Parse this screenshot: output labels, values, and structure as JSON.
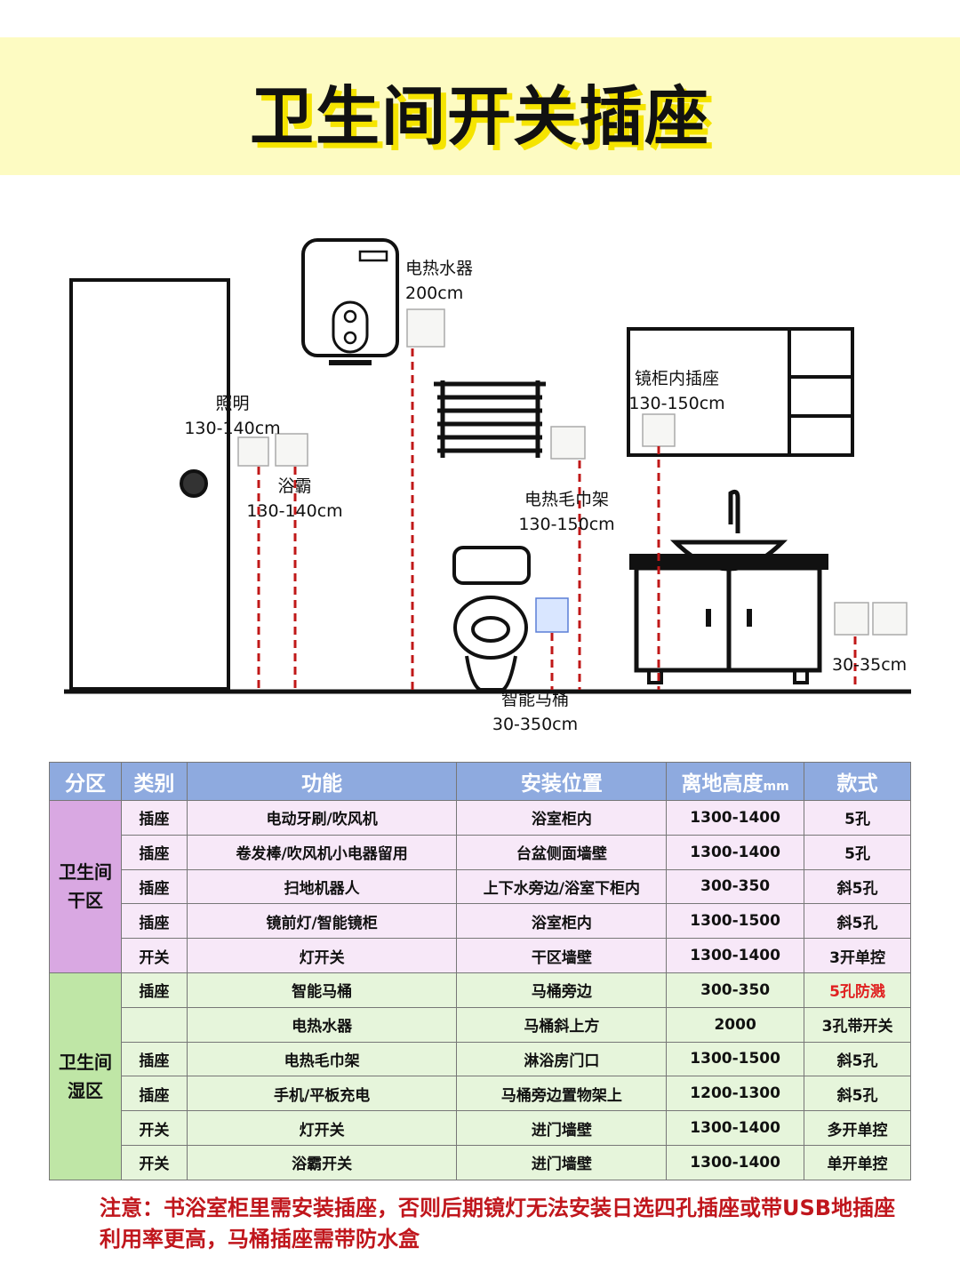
{
  "title": "卫生间开关插座",
  "diagram": {
    "water_heater": {
      "name": "电热水器",
      "height": "200cm"
    },
    "lighting": {
      "name": "照明",
      "height": "130-140cm"
    },
    "bath_heater": {
      "name": "浴霸",
      "height": "130-140cm"
    },
    "towel_rack": {
      "name": "电热毛巾架",
      "height": "130-150cm"
    },
    "mirror_cabinet": {
      "name": "镜柜内插座",
      "height": "130-150cm"
    },
    "smart_toilet": {
      "name": "智能马桶",
      "height": "30-350cm"
    },
    "floor_outlet": {
      "height": "30-35cm"
    }
  },
  "table": {
    "headers": [
      "分区",
      "类别",
      "功能",
      "安装位置",
      "离地高度",
      "款式"
    ],
    "height_unit": "mm",
    "dry_zone": {
      "label_1": "卫生间",
      "label_2": "干区",
      "rows": [
        [
          "插座",
          "电动牙刷/吹风机",
          "浴室柜内",
          "1300-1400",
          "5孔"
        ],
        [
          "插座",
          "卷发棒/吹风机小电器留用",
          "台盆侧面墙壁",
          "1300-1400",
          "5孔"
        ],
        [
          "插座",
          "扫地机器人",
          "上下水旁边/浴室下柜内",
          "300-350",
          "斜5孔"
        ],
        [
          "插座",
          "镜前灯/智能镜柜",
          "浴室柜内",
          "1300-1500",
          "斜5孔"
        ],
        [
          "开关",
          "灯开关",
          "干区墙壁",
          "1300-1400",
          "3开单控"
        ]
      ]
    },
    "wet_zone": {
      "label_1": "卫生间",
      "label_2": "湿区",
      "rows": [
        [
          "插座",
          "智能马桶",
          "马桶旁边",
          "300-350",
          "5孔防溅"
        ],
        [
          "",
          "电热水器",
          "马桶斜上方",
          "2000",
          "3孔带开关"
        ],
        [
          "插座",
          "电热毛巾架",
          "淋浴房门口",
          "1300-1500",
          "斜5孔"
        ],
        [
          "插座",
          "手机/平板充电",
          "马桶旁边置物架上",
          "1200-1300",
          "斜5孔"
        ],
        [
          "开关",
          "灯开关",
          "进门墙壁",
          "1300-1400",
          "多开单控"
        ],
        [
          "开关",
          "浴霸开关",
          "进门墙壁",
          "1300-1400",
          "单开单控"
        ]
      ]
    },
    "highlight_color": "#e02020"
  },
  "note": "注意：书浴室柜里需安装插座，否则后期镜灯无法安装日选四孔插座或带USB地插座利用率更高，马桶插座需带防水盒"
}
